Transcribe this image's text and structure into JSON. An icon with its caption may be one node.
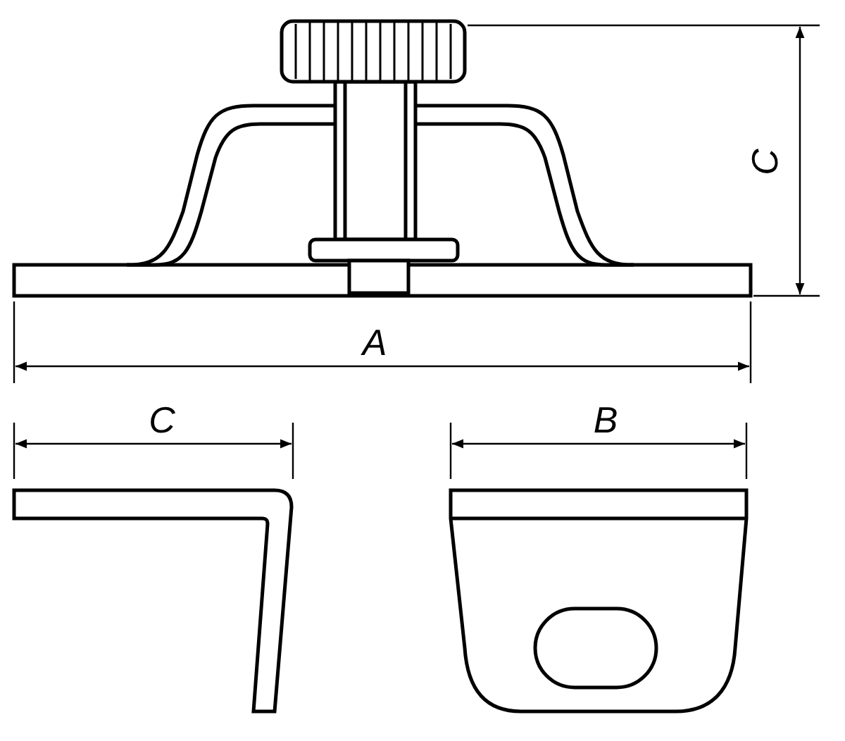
{
  "diagram": {
    "labels": [
      "C",
      "A",
      "C",
      "B"
    ]
  }
}
